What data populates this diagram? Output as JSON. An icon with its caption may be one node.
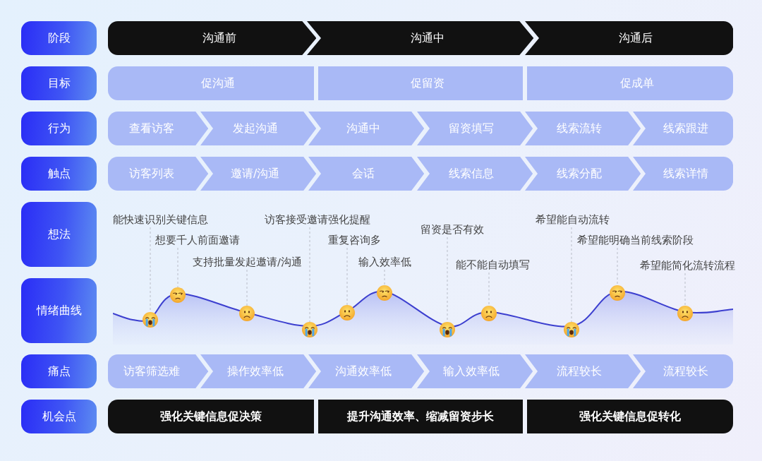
{
  "diagram": {
    "nodes": [
      {
        "text": [
          "阶段"
        ]
      },
      {
        "text": [
          "沟通前"
        ]
      },
      {
        "text": [
          "沟通中"
        ]
      },
      {
        "text": [
          "沟通后"
        ]
      },
      {
        "text": [
          "目标"
        ]
      },
      {
        "text": [
          "促沟通"
        ]
      },
      {
        "text": [
          "促留资"
        ]
      },
      {
        "text": [
          "促成单"
        ]
      },
      {
        "text": [
          "行为"
        ]
      },
      {
        "text": [
          "查看访客"
        ]
      },
      {
        "text": [
          "发起沟通"
        ]
      },
      {
        "text": [
          "沟通中"
        ]
      },
      {
        "text": [
          "留资填写"
        ]
      },
      {
        "text": [
          "线索流转"
        ]
      },
      {
        "text": [
          "线索跟进"
        ]
      },
      {
        "text": [
          "触点"
        ]
      },
      {
        "text": [
          "访客列表"
        ]
      },
      {
        "text": [
          "邀请/沟通"
        ]
      },
      {
        "text": [
          "会话"
        ]
      },
      {
        "text": [
          "线索信息"
        ]
      },
      {
        "text": [
          "线索分配"
        ]
      },
      {
        "text": [
          "线索详情"
        ]
      },
      {
        "text": [
          "想法"
        ]
      },
      {
        "text": [
          "能快速识别关键信息"
        ]
      },
      {
        "text": [
          "想要千人前面邀请"
        ]
      },
      {
        "text": [
          "支持批量发起邀请/沟通"
        ]
      },
      {
        "text": [
          "访客接受邀请强化提醒"
        ]
      },
      {
        "text": [
          "重复咨询多"
        ]
      },
      {
        "text": [
          "输入效率低"
        ]
      },
      {
        "text": [
          "留资是否有效"
        ]
      },
      {
        "text": [
          "能不能自动填写"
        ]
      },
      {
        "text": [
          "希望能自动流转"
        ]
      },
      {
        "text": [
          "希望能明确当前线索阶段"
        ]
      },
      {
        "text": [
          "希望能简化流转流程"
        ]
      },
      {
        "text": [
          "情绪曲线"
        ]
      },
      {
        "text": [],
        "shape": "picture"
      },
      {
        "text": [],
        "shape": "picture"
      },
      {
        "text": [],
        "shape": "picture"
      },
      {
        "text": [],
        "shape": "picture"
      },
      {
        "text": [],
        "shape": "picture"
      },
      {
        "text": [],
        "shape": "picture"
      },
      {
        "text": [],
        "shape": "picture"
      },
      {
        "text": [],
        "shape": "picture"
      },
      {
        "text": [],
        "shape": "picture"
      },
      {
        "text": [],
        "shape": "picture"
      },
      {
        "text": [],
        "shape": "picture"
      },
      {
        "text": [
          "痛点"
        ]
      },
      {
        "text": [
          "访客筛选难"
        ]
      },
      {
        "text": [
          "操作效率低"
        ]
      },
      {
        "text": [
          "沟通效率低"
        ]
      },
      {
        "text": [
          "输入效率低"
        ]
      },
      {
        "text": [
          "流程较长"
        ]
      },
      {
        "text": [
          "流程较长"
        ]
      },
      {
        "text": [
          "机会点"
        ]
      },
      {
        "text": [
          "强化关键信息促决策"
        ]
      },
      {
        "text": [
          "提升沟通效率、缩减留资步长"
        ]
      },
      {
        "text": [
          "强化关键信息促转化"
        ]
      }
    ],
    "edges": [
      {
        "from": 23,
        "to": 35,
        "arrow": "none",
        "style": "dashed"
      },
      {
        "from": 24,
        "to": 36,
        "arrow": "none",
        "style": "dashed"
      },
      {
        "from": 25,
        "to": 37,
        "arrow": "none",
        "style": "dashed"
      },
      {
        "from": 26,
        "to": 38,
        "arrow": "none",
        "style": "dashed"
      },
      {
        "from": 27,
        "to": 39,
        "arrow": "none",
        "style": "dashed"
      },
      {
        "from": 28,
        "to": 40,
        "arrow": "none",
        "style": "dashed"
      },
      {
        "from": 29,
        "to": 41,
        "arrow": "none",
        "style": "dashed"
      },
      {
        "from": 30,
        "to": 42,
        "arrow": "none",
        "style": "dashed"
      },
      {
        "from": 31,
        "to": 43,
        "arrow": "none",
        "style": "dashed"
      },
      {
        "from": 32,
        "to": 44,
        "arrow": "none",
        "style": "dashed"
      },
      {
        "from": 33,
        "to": 45,
        "arrow": "none",
        "style": "dashed"
      }
    ]
  }
}
